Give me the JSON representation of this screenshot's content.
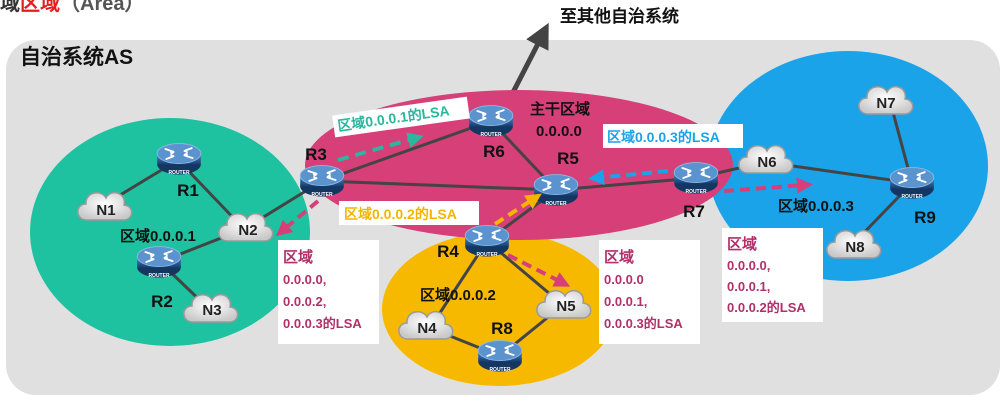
{
  "heading": {
    "prefix": "域",
    "highlight": "区域",
    "suffix": "（Area）"
  },
  "external_label": "至其他自治系统",
  "as_label": "自治系统AS",
  "areas": {
    "area1": "区域0.0.0.1",
    "backbone_line1": "主干区域",
    "backbone_line2": "0.0.0.0",
    "area2": "区域0.0.0.2",
    "area3": "区域0.0.0.3"
  },
  "routers": [
    "R1",
    "R2",
    "R3",
    "R4",
    "R5",
    "R6",
    "R7",
    "R8",
    "R9"
  ],
  "router_badge": "ROUTER",
  "networks": [
    "N1",
    "N2",
    "N3",
    "N4",
    "N5",
    "N6",
    "N7",
    "N8"
  ],
  "lsa_tags": {
    "area1": "区域0.0.0.1的LSA",
    "area2": "区域0.0.0.2的LSA",
    "area3": "区域0.0.0.3的LSA"
  },
  "boxes": {
    "r3": {
      "title": "区域",
      "lines": [
        "0.0.0.0,",
        "0.0.0.2,",
        "0.0.0.3的LSA"
      ]
    },
    "r4": {
      "title": "区域",
      "lines": [
        "0.0.0.0",
        "0.0.0.1,",
        "0.0.0.3的LSA"
      ]
    },
    "r7": {
      "title": "区域",
      "lines": [
        "0.0.0.0,",
        "0.0.0.1,",
        "0.0.0.2的LSA"
      ]
    }
  },
  "colors": {
    "as_background": "#e0e0e0",
    "area1": "#1fc2a0",
    "backbone": "#d63f78",
    "area2": "#f7b900",
    "area3": "#1aa3e8",
    "heading_highlight": "#e02020",
    "box_text": "#b0306a",
    "arrow_area1": "#2ab79e",
    "arrow_area2": "#f6b400",
    "arrow_area3": "#1aa3e8",
    "arrow_magenta": "#d63f78"
  }
}
